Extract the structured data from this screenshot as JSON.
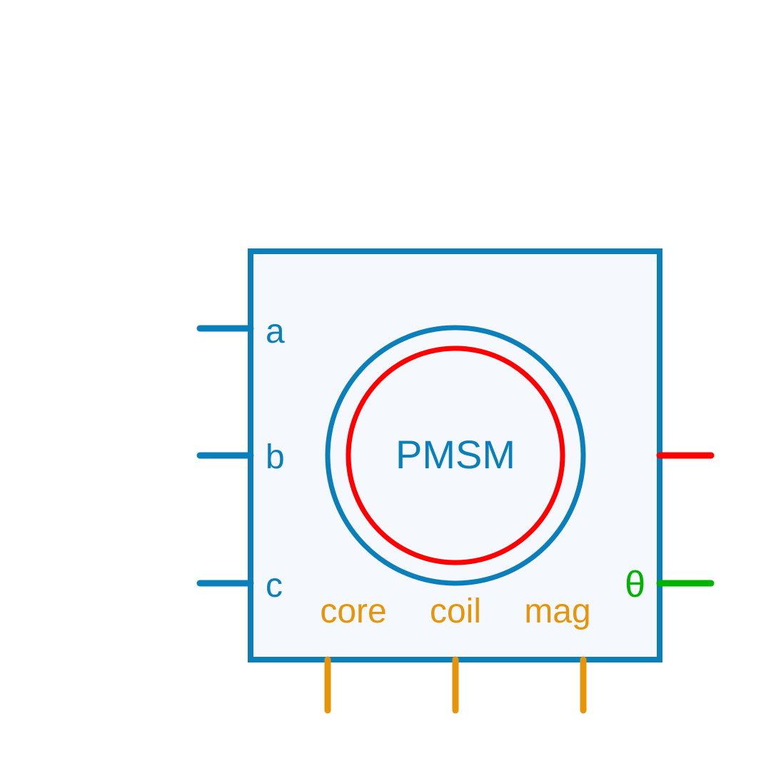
{
  "block": {
    "title": "PMSM",
    "colors": {
      "electrical": "#0b7fba",
      "rotor": "#ff0000",
      "angle": "#00b300",
      "thermal": "#e6950a",
      "fill": "#f5f8fc"
    }
  },
  "ports": {
    "left": [
      {
        "id": "a",
        "label": "a"
      },
      {
        "id": "b",
        "label": "b"
      },
      {
        "id": "c",
        "label": "c"
      }
    ],
    "right": [
      {
        "id": "shaft",
        "label": ""
      },
      {
        "id": "theta",
        "label": "θ"
      }
    ],
    "bottom": [
      {
        "id": "core",
        "label": "core"
      },
      {
        "id": "coil",
        "label": "coil"
      },
      {
        "id": "mag",
        "label": "mag"
      }
    ]
  }
}
